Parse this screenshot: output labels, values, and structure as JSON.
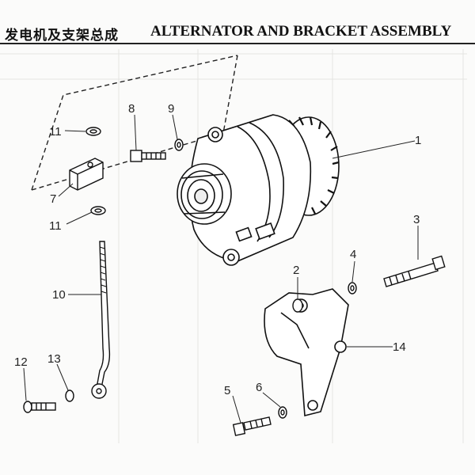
{
  "header": {
    "title_cn": "发电机及支架总成",
    "title_en": "ALTERNATOR AND BRACKET ASSEMBLY"
  },
  "callouts": [
    "1",
    "2",
    "3",
    "4",
    "5",
    "6",
    "7",
    "8",
    "9",
    "10",
    "11",
    "11",
    "12",
    "13",
    "14"
  ]
}
